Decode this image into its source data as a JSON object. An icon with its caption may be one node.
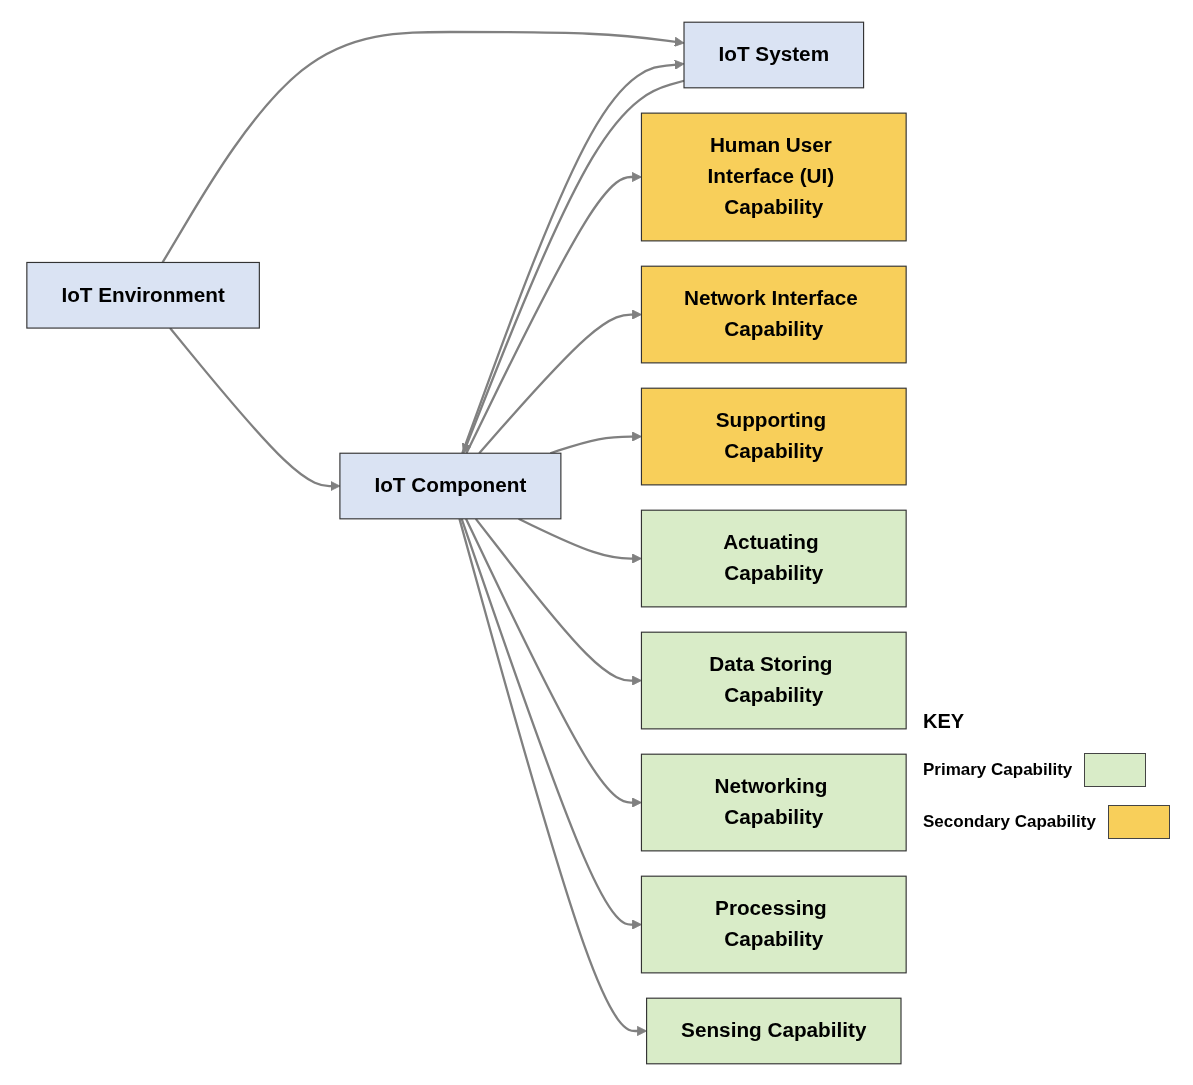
{
  "diagram": {
    "nodes": [
      {
        "text": [
          "IoT Environment"
        ]
      },
      {
        "text": [
          "IoT System"
        ]
      },
      {
        "text": [
          "IoT Component"
        ]
      },
      {
        "text": [
          "Human User Interface (UI) Capability"
        ]
      },
      {
        "text": [
          "Network Interface Capability"
        ]
      },
      {
        "text": [
          "Supporting Capability"
        ]
      },
      {
        "text": [
          "Actuating Capability"
        ]
      },
      {
        "text": [
          "Data Storing Capability"
        ]
      },
      {
        "text": [
          "Networking Capability"
        ]
      },
      {
        "text": [
          "Processing Capability"
        ]
      },
      {
        "text": [
          "Sensing Capability"
        ]
      }
    ],
    "edges": [
      {
        "from": 0,
        "to": 2,
        "arrow": "to"
      },
      {
        "from": 0,
        "to": 1,
        "arrow": "to"
      },
      {
        "from": 2,
        "to": 1,
        "arrow": "to"
      },
      {
        "from": 1,
        "to": 2,
        "arrow": "to"
      },
      {
        "from": 2,
        "to": 3,
        "arrow": "to"
      },
      {
        "from": 2,
        "to": 4,
        "arrow": "to"
      },
      {
        "from": 2,
        "to": 5,
        "arrow": "to"
      },
      {
        "from": 2,
        "to": 6,
        "arrow": "to"
      },
      {
        "from": 2,
        "to": 7,
        "arrow": "to"
      },
      {
        "from": 2,
        "to": 8,
        "arrow": "to"
      },
      {
        "from": 2,
        "to": 9,
        "arrow": "to"
      },
      {
        "from": 2,
        "to": 10,
        "arrow": "to"
      }
    ],
    "labels": [
      "KEY"
    ],
    "legend": [
      {
        "text": "Primary Capability",
        "color": "#d9ecc8"
      },
      {
        "text": "Secondary Capability",
        "color": "#f8cf5a"
      }
    ]
  }
}
